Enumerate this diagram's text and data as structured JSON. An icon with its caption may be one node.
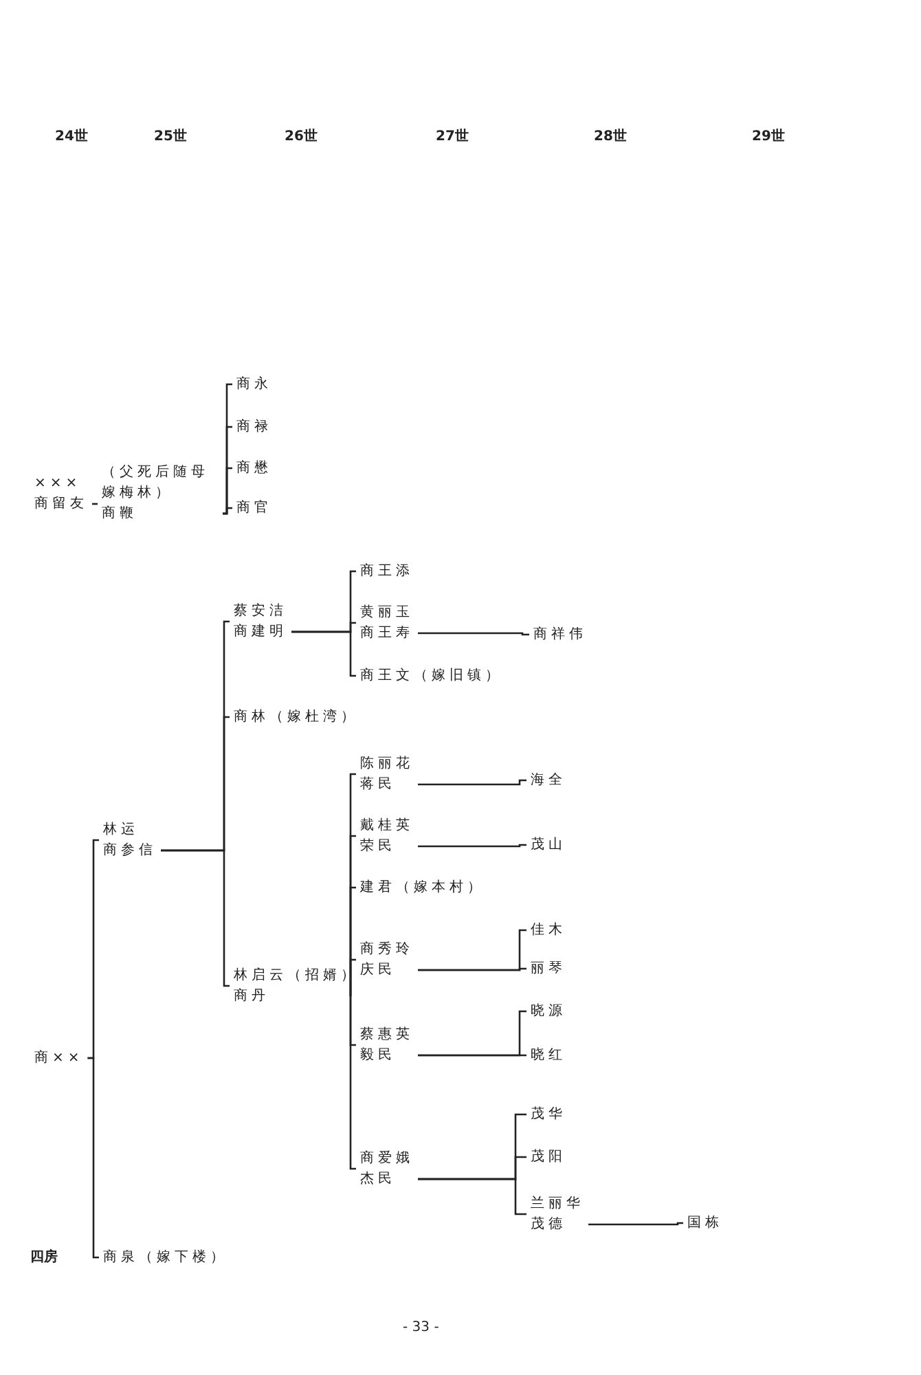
{
  "diagram": {
    "nodes": [
      {
        "text": [
          "×××",
          "商留友"
        ]
      },
      {
        "text": [
          "（父死后随母嫁梅林）",
          "商鞭"
        ]
      },
      {
        "text": [
          "商永"
        ]
      },
      {
        "text": [
          "商禄"
        ]
      },
      {
        "text": [
          "商懋"
        ]
      },
      {
        "text": [
          "商官"
        ]
      },
      {
        "text": [
          "商××"
        ]
      },
      {
        "text": [
          "林运",
          "商参信"
        ]
      },
      {
        "text": [
          "商泉（嫁下楼）"
        ]
      },
      {
        "text": [
          "蔡安洁",
          "商建明"
        ]
      },
      {
        "text": [
          "商林（嫁杜湾）"
        ]
      },
      {
        "text": [
          "林启云（招婿）",
          "商丹"
        ]
      },
      {
        "text": [
          "商王添"
        ]
      },
      {
        "text": [
          "黄丽玉",
          "商王寿"
        ]
      },
      {
        "text": [
          "商王文（嫁旧镇）"
        ]
      },
      {
        "text": [
          "商祥伟"
        ]
      },
      {
        "text": [
          "陈丽花",
          "蒋民"
        ]
      },
      {
        "text": [
          "戴桂英",
          "荣民"
        ]
      },
      {
        "text": [
          "建君（嫁本村）"
        ]
      },
      {
        "text": [
          "商秀玲",
          "庆民"
        ]
      },
      {
        "text": [
          "蔡惠英",
          "毅民"
        ]
      },
      {
        "text": [
          "商爱娥",
          "杰民"
        ]
      },
      {
        "text": [
          "海全"
        ]
      },
      {
        "text": [
          "茂山"
        ]
      },
      {
        "text": [
          "佳木"
        ]
      },
      {
        "text": [
          "丽琴"
        ]
      },
      {
        "text": [
          "晓源"
        ]
      },
      {
        "text": [
          "晓红"
        ]
      },
      {
        "text": [
          "茂华"
        ]
      },
      {
        "text": [
          "茂阳"
        ]
      },
      {
        "text": [
          "兰丽华",
          "茂德"
        ]
      },
      {
        "text": [
          "国栋"
        ]
      }
    ],
    "edges": [
      {
        "from": 0,
        "to": 1,
        "arrow": "none"
      },
      {
        "from": 1,
        "to": 2,
        "arrow": "none"
      },
      {
        "from": 1,
        "to": 3,
        "arrow": "none"
      },
      {
        "from": 1,
        "to": 4,
        "arrow": "none"
      },
      {
        "from": 1,
        "to": 5,
        "arrow": "none"
      },
      {
        "from": 6,
        "to": 7,
        "arrow": "none"
      },
      {
        "from": 6,
        "to": 8,
        "arrow": "none"
      },
      {
        "from": 7,
        "to": 9,
        "arrow": "none"
      },
      {
        "from": 7,
        "to": 10,
        "arrow": "none"
      },
      {
        "from": 7,
        "to": 11,
        "arrow": "none"
      },
      {
        "from": 9,
        "to": 12,
        "arrow": "none"
      },
      {
        "from": 9,
        "to": 13,
        "arrow": "none"
      },
      {
        "from": 9,
        "to": 14,
        "arrow": "none"
      },
      {
        "from": 13,
        "to": 15,
        "arrow": "none"
      },
      {
        "from": 11,
        "to": 16,
        "arrow": "none"
      },
      {
        "from": 11,
        "to": 17,
        "arrow": "none"
      },
      {
        "from": 11,
        "to": 18,
        "arrow": "none"
      },
      {
        "from": 11,
        "to": 19,
        "arrow": "none"
      },
      {
        "from": 11,
        "to": 20,
        "arrow": "none"
      },
      {
        "from": 11,
        "to": 21,
        "arrow": "none"
      },
      {
        "from": 16,
        "to": 22,
        "arrow": "none"
      },
      {
        "from": 17,
        "to": 23,
        "arrow": "none"
      },
      {
        "from": 19,
        "to": 24,
        "arrow": "none"
      },
      {
        "from": 19,
        "to": 25,
        "arrow": "none"
      },
      {
        "from": 20,
        "to": 26,
        "arrow": "none"
      },
      {
        "from": 20,
        "to": 27,
        "arrow": "none"
      },
      {
        "from": 21,
        "to": 28,
        "arrow": "none"
      },
      {
        "from": 21,
        "to": 29,
        "arrow": "none"
      },
      {
        "from": 21,
        "to": 30,
        "arrow": "none"
      },
      {
        "from": 30,
        "to": 31,
        "arrow": "none"
      }
    ],
    "labels": [
      "24世",
      "25世",
      "26世",
      "27世",
      "28世",
      "29世",
      "四房",
      "- 33 -"
    ]
  }
}
